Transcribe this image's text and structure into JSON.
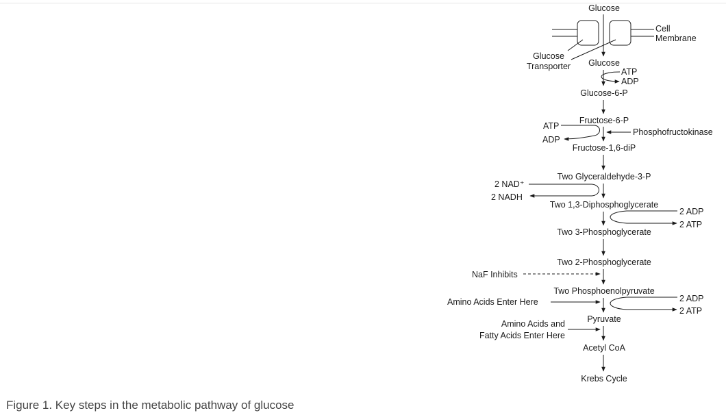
{
  "diagram": {
    "pathway": [
      "Glucose",
      "Glucose",
      "Glucose-6-P",
      "Fructose-6-P",
      "Fructose-1,6-diP",
      "Two Glyceraldehyde-3-P",
      "Two 1,3-Diphosphoglycerate",
      "Two 3-Phosphoglycerate",
      "Two 2-Phosphoglycerate",
      "Two Phosphoenolpyruvate",
      "Pyruvate",
      "Acetyl CoA",
      "Krebs Cycle"
    ],
    "membrane_label": [
      "Cell",
      "Membrane"
    ],
    "transporter_label": [
      "Glucose",
      "Transporter"
    ],
    "step1": {
      "in": "ATP",
      "out": "ADP"
    },
    "step3": {
      "in": "ATP",
      "out": "ADP",
      "enzyme": "Phosphofructokinase"
    },
    "step5": {
      "in": "2 NAD⁺",
      "out": "2 NADH"
    },
    "step6": {
      "in": "2 ADP",
      "out": "2 ATP"
    },
    "inhibitor": "NaF Inhibits",
    "step9": {
      "in": "2 ADP",
      "out": "2 ATP"
    },
    "amino_entry": "Amino Acids Enter Here",
    "fatty_entry": [
      "Amino Acids and",
      "Fatty Acids Enter Here"
    ]
  },
  "caption": "Figure 1. Key steps in the metabolic pathway of glucose"
}
